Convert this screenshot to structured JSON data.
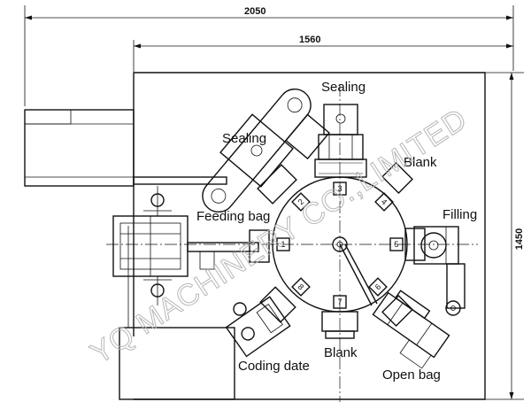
{
  "dimensions": {
    "overall_width": "2050",
    "inner_width": "1560",
    "height": "1450"
  },
  "labels": {
    "sealing_top": "Sealing",
    "sealing_left": "Sealing",
    "blank_top": "Blank",
    "filling": "Filling",
    "feeding_bag": "Feeding bag",
    "coding_date": "Coding date",
    "blank_bottom": "Blank",
    "open_bag": "Open bag"
  },
  "station_numbers": [
    "1",
    "2",
    "3",
    "4",
    "5",
    "6",
    "7",
    "8"
  ],
  "watermark": "YQ MACHINERY CO.,LIMITED"
}
